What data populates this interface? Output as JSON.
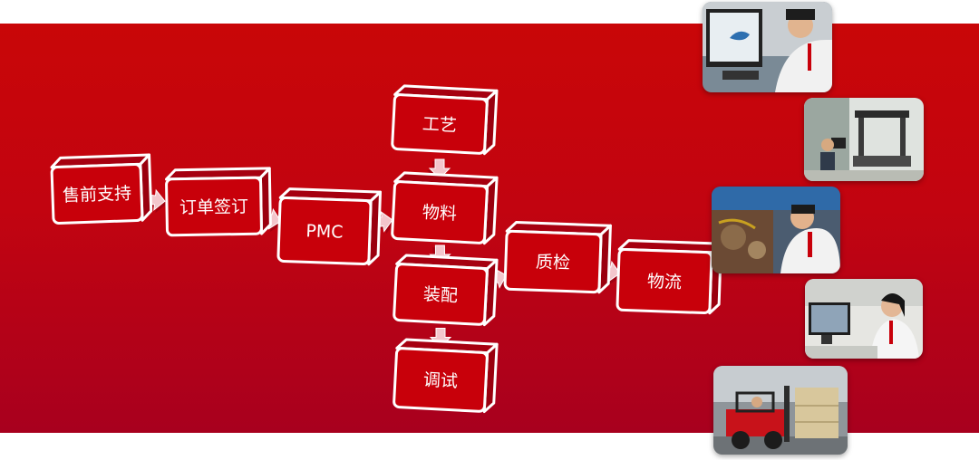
{
  "nodes": [
    {
      "id": "sales-support",
      "label": "售前支持"
    },
    {
      "id": "order-signing",
      "label": "订单签订"
    },
    {
      "id": "pmc",
      "label": "PMC"
    },
    {
      "id": "process",
      "label": "工艺"
    },
    {
      "id": "materials",
      "label": "物料"
    },
    {
      "id": "assembly",
      "label": "装配"
    },
    {
      "id": "debugging",
      "label": "调试"
    },
    {
      "id": "quality-inspection",
      "label": "质检"
    },
    {
      "id": "logistics",
      "label": "物流"
    }
  ],
  "connections": [
    {
      "from": "sales-support",
      "to": "order-signing"
    },
    {
      "from": "order-signing",
      "to": "pmc"
    },
    {
      "from": "pmc",
      "to": "materials"
    },
    {
      "from": "process",
      "to": "materials"
    },
    {
      "from": "materials",
      "to": "assembly"
    },
    {
      "from": "assembly",
      "to": "debugging"
    },
    {
      "from": "assembly",
      "to": "quality-inspection"
    },
    {
      "from": "quality-inspection",
      "to": "logistics"
    }
  ],
  "photos": [
    {
      "id": "engineer-at-computer",
      "subject": "engineer-at-cad-workstation"
    },
    {
      "id": "inspection-room",
      "subject": "coordinate-measuring-machine"
    },
    {
      "id": "assembly-worker",
      "subject": "worker-at-machine"
    },
    {
      "id": "quality-office",
      "subject": "inspector-at-computer"
    },
    {
      "id": "forklift",
      "subject": "forklift-moving-crate"
    }
  ],
  "colors": {
    "banner_top": "#c90608",
    "banner_bottom": "#a8001e",
    "box_fill": "#c8000a",
    "box_stroke": "#ffffff",
    "arrow_fill": "#f3c6cc"
  }
}
